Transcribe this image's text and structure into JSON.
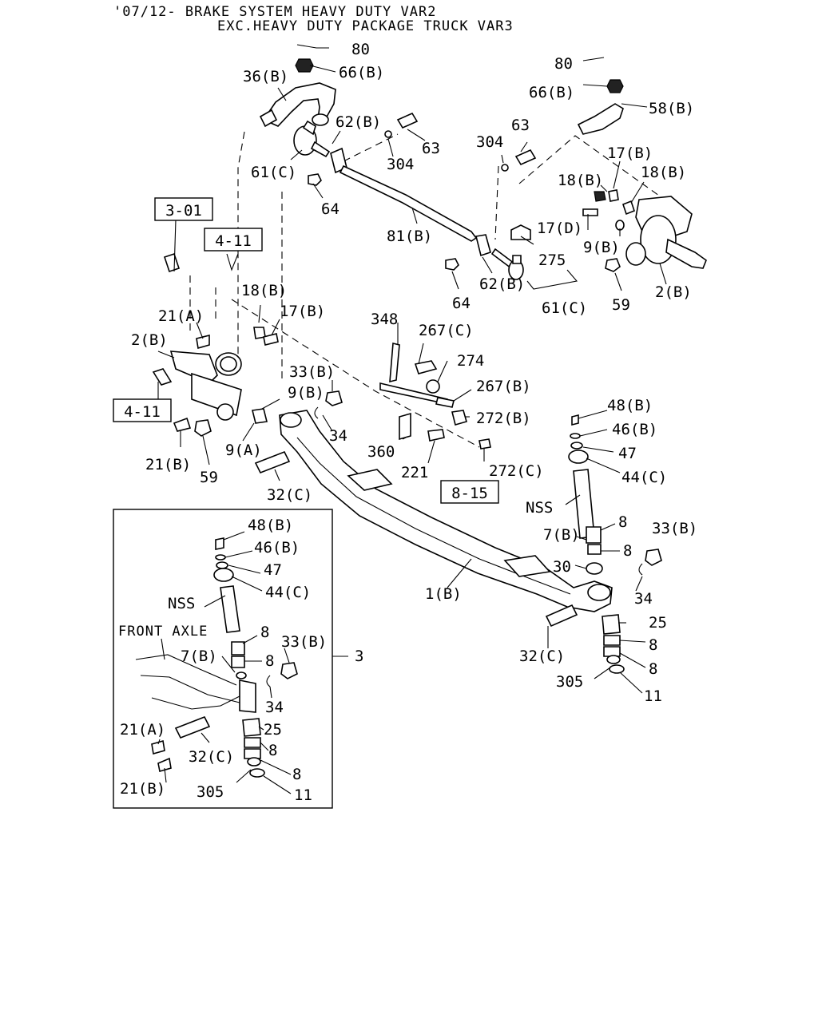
{
  "header": {
    "line1": "'07/12- BRAKE SYSTEM HEAVY DUTY VAR2",
    "line2": "EXC.HEAVY DUTY PACKAGE TRUCK VAR3"
  },
  "refs": [
    "3-01",
    "4-11",
    "4-11",
    "8-15"
  ],
  "callouts": [
    "80",
    "66(B)",
    "36(B)",
    "62(B)",
    "63",
    "304",
    "61(C)",
    "64",
    "81(B)",
    "80",
    "66(B)",
    "58(B)",
    "63",
    "304",
    "17(B)",
    "18(B)",
    "18(B)",
    "17(D)",
    "9(B)",
    "275",
    "62(B)",
    "64",
    "61(C)",
    "59",
    "2(B)",
    "18(B)",
    "17(B)",
    "21(A)",
    "2(B)",
    "33(B)",
    "9(B)",
    "21(B)",
    "59",
    "9(A)",
    "34",
    "32(C)",
    "348",
    "267(C)",
    "274",
    "267(B)",
    "272(B)",
    "360",
    "221",
    "272(C)",
    "48(B)",
    "46(B)",
    "47",
    "44(C)",
    "NSS",
    "8",
    "7(B)",
    "8",
    "33(B)",
    "30",
    "34",
    "1(B)",
    "32(C)",
    "25",
    "8",
    "8",
    "305",
    "11"
  ],
  "inset": {
    "title": "FRONT AXLE",
    "ref": "3",
    "callouts": [
      "48(B)",
      "46(B)",
      "47",
      "44(C)",
      "NSS",
      "8",
      "7(B)",
      "8",
      "33(B)",
      "34",
      "21(A)",
      "25",
      "32(C)",
      "8",
      "21(B)",
      "305",
      "8",
      "11"
    ]
  }
}
